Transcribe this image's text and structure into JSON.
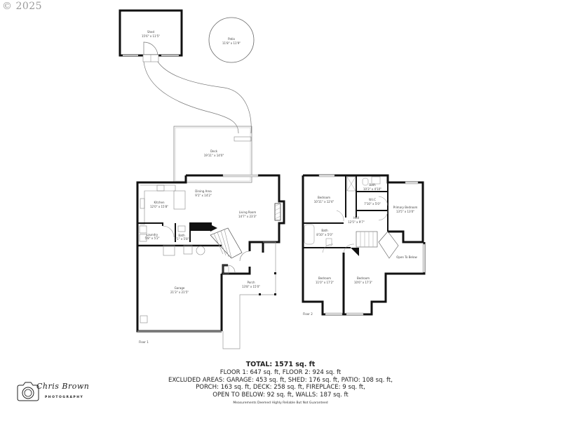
{
  "copyright": "© 2025",
  "floors": [
    {
      "label": "Floor 1",
      "rooms": [
        {
          "name": "Shed",
          "dims": "15'6\" x 11'5\""
        },
        {
          "name": "Patio",
          "dims": "11'8\" x 11'9\""
        },
        {
          "name": "Deck",
          "dims": "19'11\" x 14'0\""
        },
        {
          "name": "Kitchen",
          "dims": "12'0\" x 15'8\""
        },
        {
          "name": "Dining Area",
          "dims": "9'1\" x 14'2\""
        },
        {
          "name": "Living Room",
          "dims": "14'7\" x 23'3\""
        },
        {
          "name": "Laundry",
          "dims": "5'8\" x 5'2\""
        },
        {
          "name": "Bath",
          "dims": "5'1\" x 5'8\""
        },
        {
          "name": "Garage",
          "dims": "21'3\" x 21'5\""
        },
        {
          "name": "Porch",
          "dims": "13'8\" x 15'0\""
        }
      ]
    },
    {
      "label": "Floor 2",
      "rooms": [
        {
          "name": "Bedroom",
          "dims": "10'11\" x 12'4\""
        },
        {
          "name": "Bath",
          "dims": "10'3\" x 4'10\""
        },
        {
          "name": "W.I.C",
          "dims": "7'10\" x 5'0\""
        },
        {
          "name": "Hall",
          "dims": "12'5\" x 9'7\""
        },
        {
          "name": "Bath",
          "dims": "8'10\" x 5'0\""
        },
        {
          "name": "Primary Bedroom",
          "dims": "13'5\" x 13'0\""
        },
        {
          "name": "Open To Below",
          "dims": ""
        },
        {
          "name": "Bedroom",
          "dims": "11'0\" x 17'2\""
        },
        {
          "name": "Bedroom",
          "dims": "10'6\" x 17'3\""
        }
      ]
    }
  ],
  "summary": {
    "total": "TOTAL: 1571 sq. ft",
    "lines": [
      "FLOOR 1: 647 sq. ft, FLOOR 2: 924 sq. ft",
      "EXCLUDED AREAS: GARAGE: 453 sq. ft, SHED: 176 sq. ft, PATIO: 108 sq. ft,",
      "PORCH: 163 sq. ft, DECK: 258 sq. ft, FIREPLACE: 9 sq. ft,",
      "OPEN TO BELOW: 92 sq. ft, WALLS: 187 sq. ft"
    ],
    "disclaimer": "Measurements Deemed Highly Reliable But Not Guaranteed"
  },
  "logo": {
    "script": "Chris Brown",
    "sub": "PHOTOGRAPHY"
  }
}
